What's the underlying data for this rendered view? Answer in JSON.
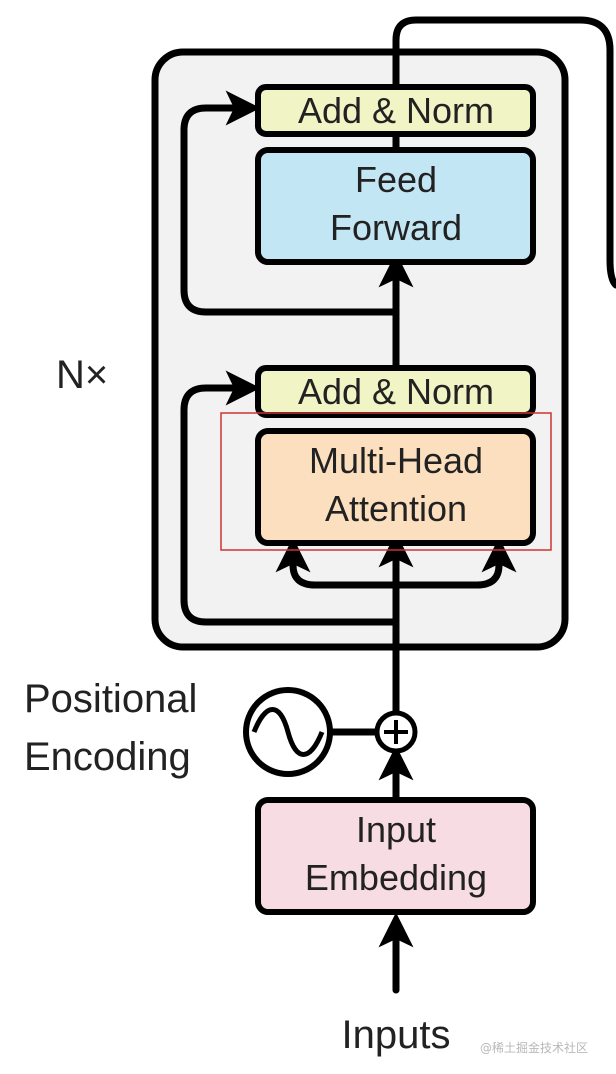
{
  "encoder": {
    "repeat_label": "N×",
    "add_norm_top": "Add & Norm",
    "feed_forward": [
      "Feed",
      "Forward"
    ],
    "add_norm_bottom": "Add & Norm",
    "multi_head_attention": [
      "Multi-Head",
      "Attention"
    ]
  },
  "positional_encoding": [
    "Positional",
    "Encoding"
  ],
  "input_embedding": [
    "Input",
    "Embedding"
  ],
  "inputs_label": "Inputs",
  "watermark": "@稀土掘金技术社区",
  "colors": {
    "encoder_bg": "#f2f2f2",
    "add_norm": "#f1f4c4",
    "feed_forward": "#c3e6f5",
    "attention": "#fcdfbf",
    "embedding": "#f7dce3",
    "highlight": "#cc3333"
  }
}
